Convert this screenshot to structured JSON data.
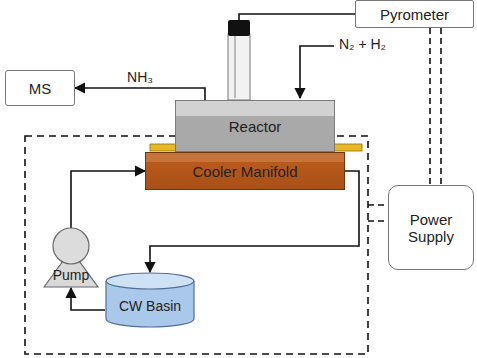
{
  "diagram": {
    "nodes": [
      {
        "text": [
          "Pyrometer"
        ]
      },
      {
        "text": [
          "MS"
        ]
      },
      {
        "text": [
          "Reactor"
        ]
      },
      {
        "text": [
          "Power Supply"
        ]
      },
      {
        "text": [
          "Cooler Manifold"
        ]
      },
      {
        "text": [
          "Pump"
        ]
      },
      {
        "text": [
          "CW Basin"
        ]
      }
    ],
    "edges": [
      {
        "from": 2,
        "to": 1,
        "arrow": "to",
        "label": "NH₃"
      },
      {
        "from": 0,
        "to": 2,
        "arrow": "none"
      },
      {
        "from": 0,
        "to": 3,
        "arrow": "none"
      },
      {
        "from": 5,
        "to": 4,
        "arrow": "to"
      },
      {
        "from": 4,
        "to": 6,
        "arrow": "to"
      },
      {
        "from": 6,
        "to": 5,
        "arrow": "to"
      }
    ],
    "labels": [
      "N₂ + H₂"
    ]
  }
}
